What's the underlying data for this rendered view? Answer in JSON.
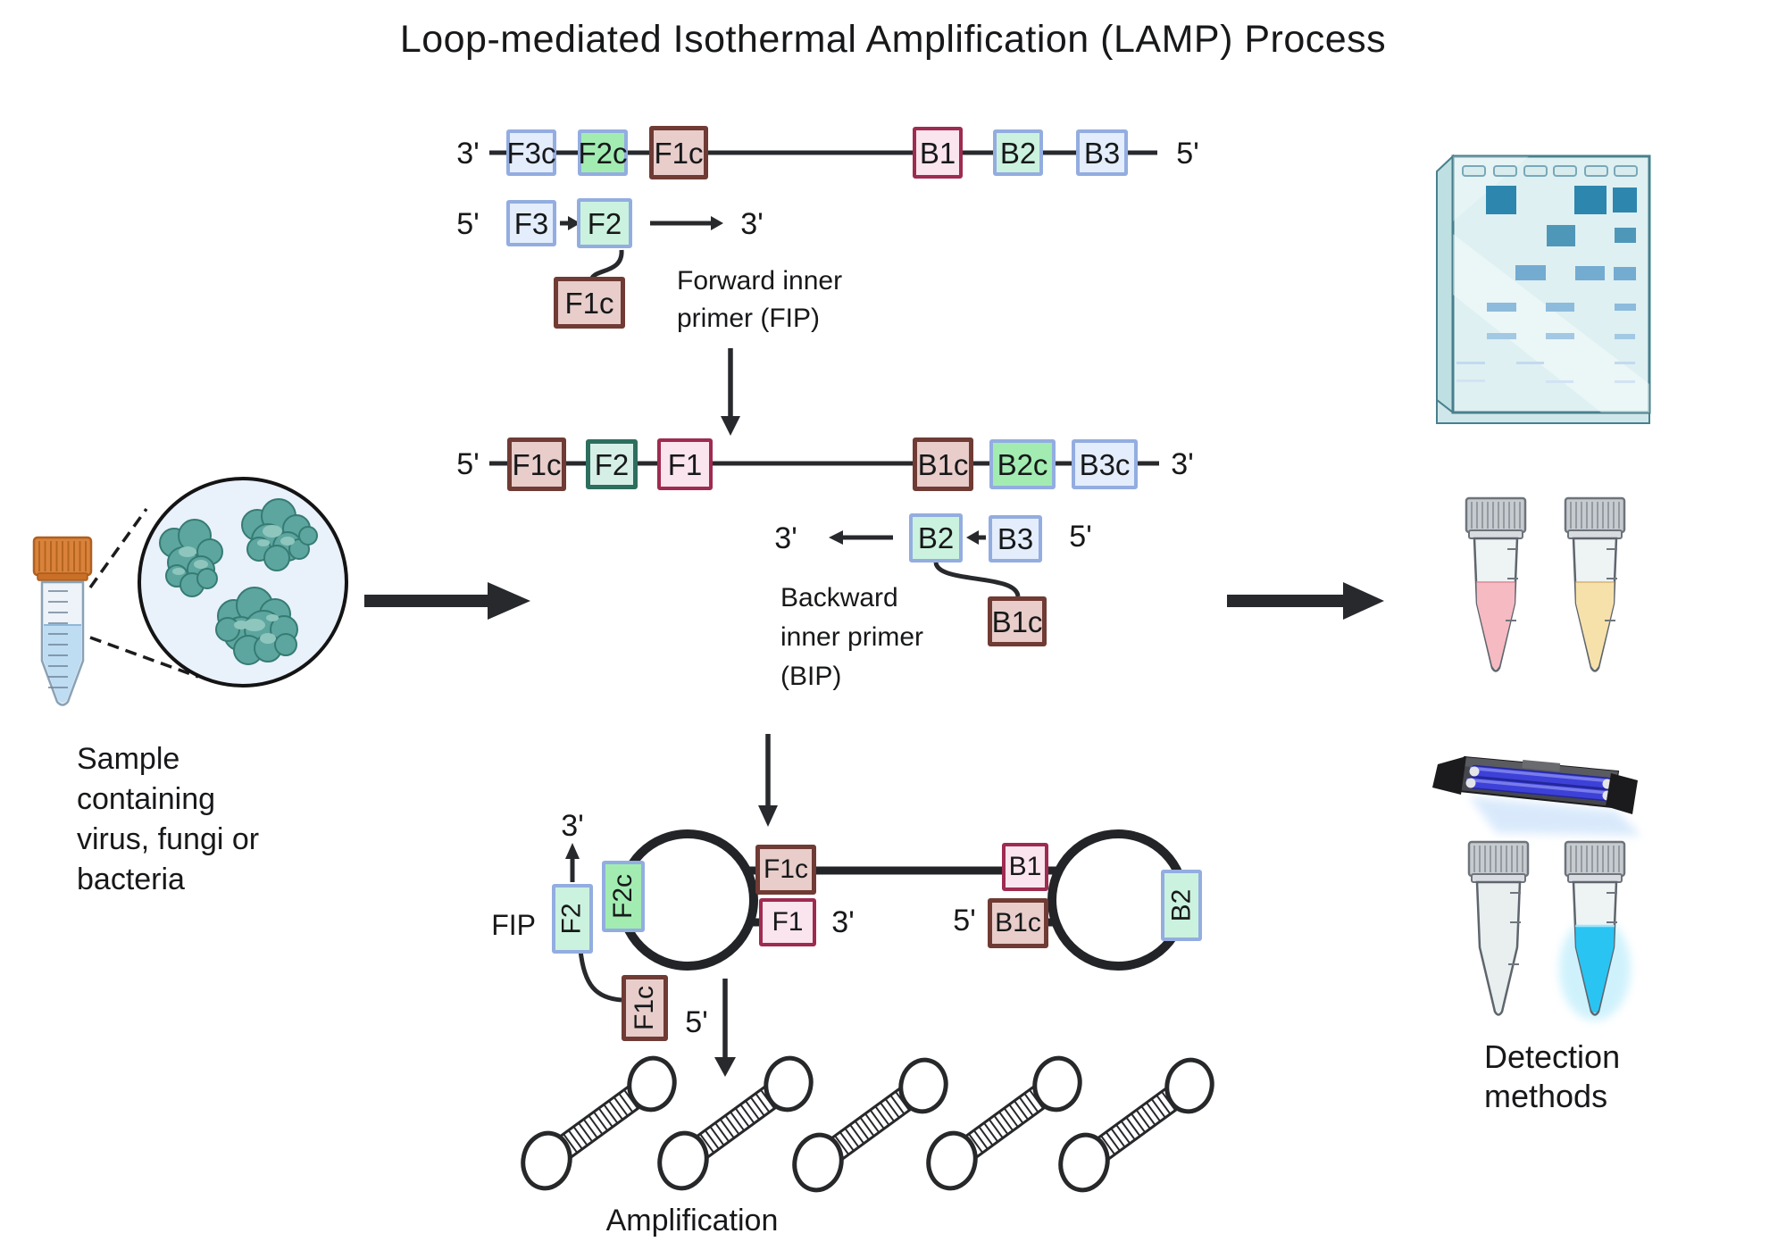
{
  "title": "Loop-mediated Isothermal Amplification (LAMP) Process",
  "strand_top": {
    "left_end": "3'",
    "right_end": "5'",
    "boxes": [
      {
        "label": "F3c"
      },
      {
        "label": "F2c"
      },
      {
        "label": "F1c"
      },
      {
        "label": "B1"
      },
      {
        "label": "B2"
      },
      {
        "label": "B3"
      }
    ]
  },
  "fip": {
    "left_end": "5'",
    "f3": "F3",
    "f2": "F2",
    "dir_end": "3'",
    "f1c": "F1c",
    "caption_line1": "Forward inner",
    "caption_line2": "primer (FIP)"
  },
  "strand_mid": {
    "left_end": "5'",
    "right_end": "3'",
    "boxes": [
      {
        "label": "F1c"
      },
      {
        "label": "F2"
      },
      {
        "label": "F1"
      },
      {
        "label": "B1c"
      },
      {
        "label": "B2c"
      },
      {
        "label": "B3c"
      }
    ]
  },
  "bip": {
    "dir_end": "3'",
    "b2": "B2",
    "b3": "B3",
    "right_end": "5'",
    "b1c": "B1c",
    "caption_line1": "Backward",
    "caption_line2": "inner primer",
    "caption_line3": "(BIP)"
  },
  "dumbbell": {
    "fip_label": "FIP",
    "three_prime": "3'",
    "f2": "F2",
    "f2c": "F2c",
    "f1c_tail": "F1c",
    "five_prime_tail": "5'",
    "f1c": "F1c",
    "f1": "F1",
    "f1_end": "3'",
    "b1": "B1",
    "b1c_end": "5'",
    "b1c": "B1c",
    "b2": "B2"
  },
  "amplification": {
    "label": "Amplification"
  },
  "sample": {
    "line1": "Sample",
    "line2": "containing",
    "line3": "virus, fungi or",
    "line4": "bacteria"
  },
  "detection": {
    "line1": "Detection",
    "line2": "methods"
  },
  "colors": {
    "primer_blue_border": "#93ade0",
    "primer_blue_fill": "#e4edfb",
    "primer_green_fill": "#a2ecb2",
    "primer_mint_fill": "#cbf2de",
    "primer_brown_border": "#6f3b34",
    "primer_brown_fill": "#e8cdca",
    "primer_maroon_border": "#9e2b50",
    "primer_maroon_fill": "#fae4ed",
    "primer_teal_border": "#2d6e5e",
    "sample_teal_blob": "#5da69f",
    "gel_band_dark": "#2d86ae",
    "uv_tube_blue": "#3d41d8",
    "fluorescent_cyan": "#2ac4f3",
    "tube_pink": "#f6bac2",
    "tube_yellow": "#f7e1ab",
    "falcon_cap_orange": "#d9823b"
  }
}
